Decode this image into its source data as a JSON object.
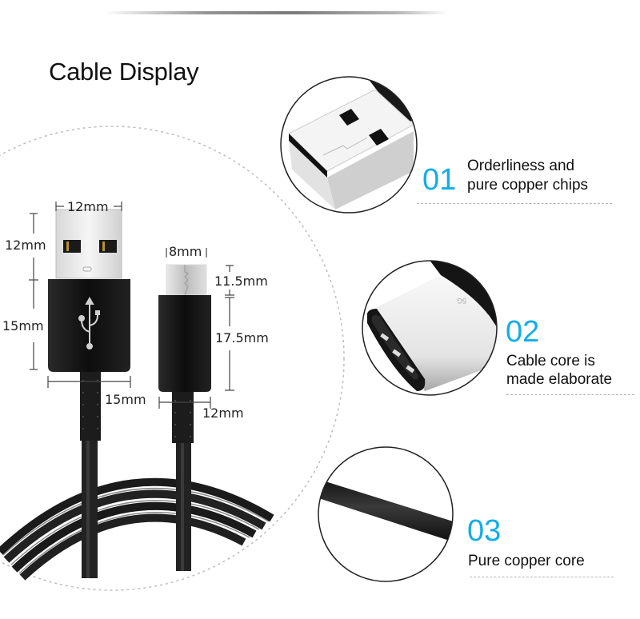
{
  "page": {
    "title": "Cable Display"
  },
  "dimensions": {
    "usb_a": {
      "width": "12mm",
      "plug_length": "12mm",
      "housing_length": "15mm",
      "housing_width": "15mm"
    },
    "micro_usb": {
      "width": "8mm",
      "plug_length": "11.5mm",
      "housing_length": "17.5mm",
      "housing_width": "12mm"
    }
  },
  "features": [
    {
      "number": "01",
      "line1": "Orderliness and",
      "line2": "pure copper chips",
      "image": "usb-a-plug-closeup"
    },
    {
      "number": "02",
      "line1": "Cable core is",
      "line2": "made elaborate",
      "image": "usb-c-plug-closeup"
    },
    {
      "number": "03",
      "line1": "Pure copper core",
      "line2": "",
      "image": "cable-closeup"
    }
  ],
  "colors": {
    "accent": "#12aee6",
    "text": "#111111",
    "cable": "#1a1a1a",
    "dashed_line": "#b5b5b5"
  }
}
